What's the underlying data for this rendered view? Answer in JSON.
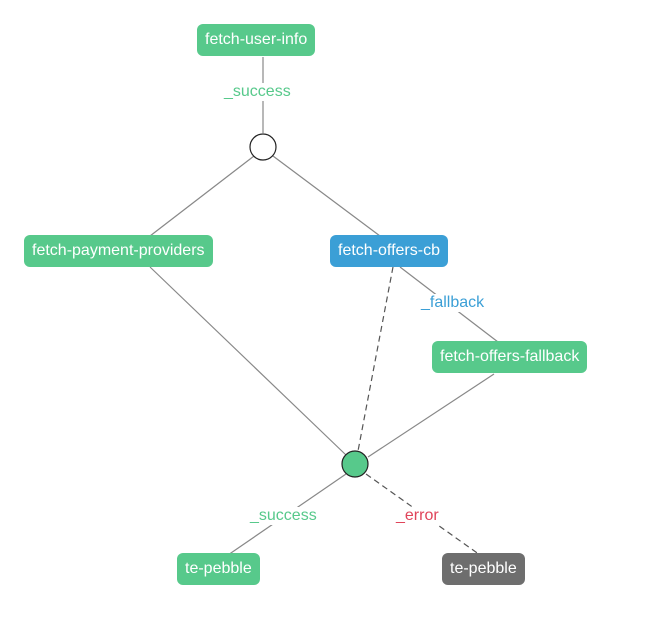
{
  "colors": {
    "green": "#57c98b",
    "blue": "#3b9fd6",
    "gray": "#6e6e6e",
    "edge": "#888888",
    "success_label": "#57c98b",
    "fallback_label": "#3b9fd6",
    "error_label": "#e0445a"
  },
  "nodes": {
    "fetch_user_info": {
      "label": "fetch-user-info",
      "status": "success"
    },
    "fetch_payment_providers": {
      "label": "fetch-payment-providers",
      "status": "success"
    },
    "fetch_offers_cb": {
      "label": "fetch-offers-cb",
      "status": "running"
    },
    "fetch_offers_fallback": {
      "label": "fetch-offers-fallback",
      "status": "success"
    },
    "te_pebble_success": {
      "label": "te-pebble",
      "status": "success"
    },
    "te_pebble_error": {
      "label": "te-pebble",
      "status": "skipped"
    }
  },
  "junctions": {
    "join_top": {
      "filled": false
    },
    "join_bottom": {
      "filled": true
    }
  },
  "edge_labels": {
    "top_success": "_success",
    "fallback": "_fallback",
    "bottom_success": "_success",
    "error": "_error"
  }
}
